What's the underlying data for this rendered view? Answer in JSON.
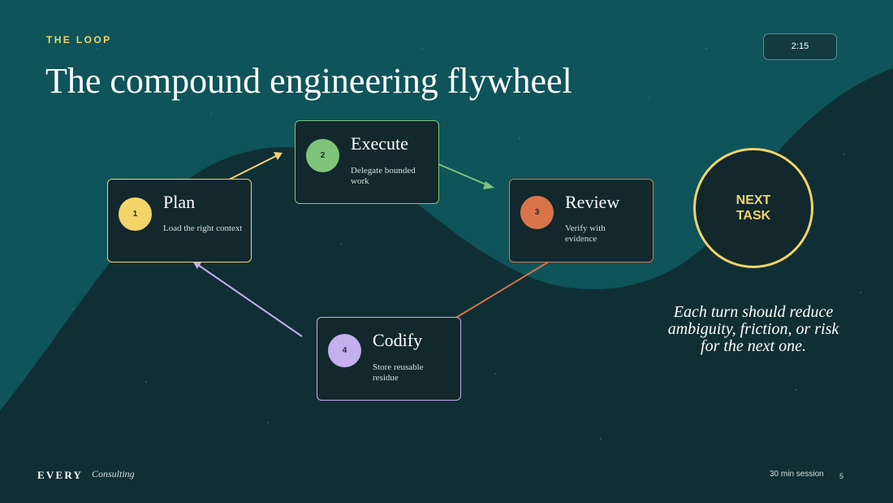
{
  "header": {
    "eyebrow": "THE LOOP",
    "title": "The compound engineering flywheel",
    "timer": "2:15"
  },
  "steps": [
    {
      "number": "1",
      "label": "Plan",
      "description": "Load the right context",
      "color": "#f2d46a"
    },
    {
      "number": "2",
      "label": "Execute",
      "description": "Delegate bounded work",
      "color": "#7fc47a"
    },
    {
      "number": "3",
      "label": "Review",
      "description": "Verify with evidence",
      "color": "#d9744a"
    },
    {
      "number": "4",
      "label": "Codify",
      "description": "Store reusable residue",
      "color": "#c3b0ec"
    }
  ],
  "next_task": "NEXT TASK",
  "quote": "Each turn should reduce ambiguity, friction, or risk for the next one.",
  "footer": {
    "brand": "EVERY",
    "brand_sub": "Consulting",
    "session": "30 min session",
    "page": "5"
  },
  "colors": {
    "background": "#0f2f34",
    "wave": "#0e545a",
    "card": "#12282c",
    "accent": "#f2d46a"
  }
}
